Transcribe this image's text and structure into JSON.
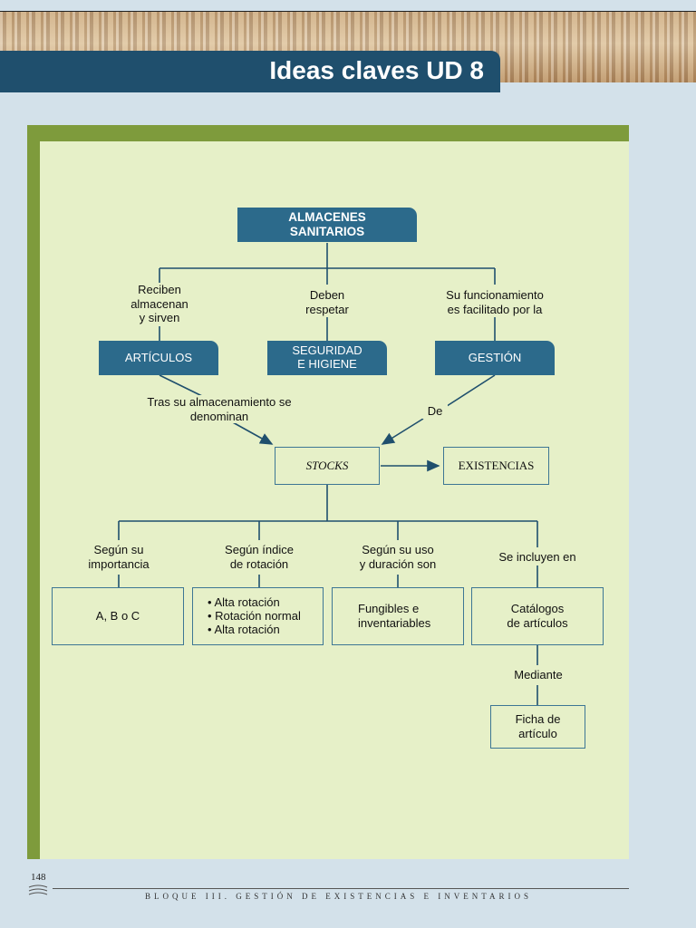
{
  "header": {
    "title": "Ideas claves UD 8"
  },
  "diagram": {
    "root": "ALMACENES\nSANITARIOS",
    "level1": {
      "articulos": "ARTÍCULOS",
      "seguridad": "SEGURIDAD\nE HIGIENE",
      "gestion": "GESTIÓN"
    },
    "labels": {
      "reciben": "Reciben\nalmacenan\ny sirven",
      "deben": "Deben\nrespetar",
      "funcionamiento": "Su funcionamiento\nes facilitado por la",
      "tras": "Tras su almacenamiento se\ndenominan",
      "de": "De",
      "importancia": "Según su\nimportancia",
      "indice": "Según índice\nde rotación",
      "uso": "Según su uso\ny duración son",
      "incluyen": "Se incluyen en",
      "mediante": "Mediante"
    },
    "stocks": "STOCKS",
    "existencias": "EXISTENCIAS",
    "leaves": {
      "abc": "A, B o C",
      "rotation": [
        "Alta rotación",
        "Rotación normal",
        "Alta rotación"
      ],
      "fungibles": "Fungibles e\ninventariables",
      "catalogos": "Catálogos\nde artículos",
      "ficha": "Ficha de\nartículo"
    }
  },
  "footer": {
    "page_number": "148",
    "running_title": "BLOQUE III. GESTIÓN DE EXISTENCIAS E INVENTARIOS"
  }
}
